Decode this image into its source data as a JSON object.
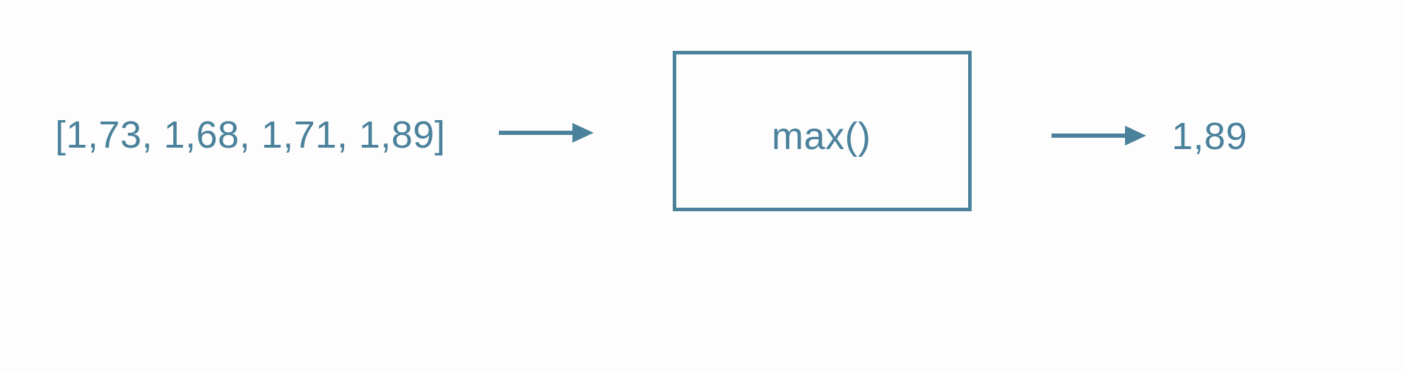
{
  "diagram": {
    "input": "[1,73, 1,68, 1,71, 1,89]",
    "function": "max()",
    "output": "1,89",
    "accent_color": "#4a819b",
    "arrow_icon": "right-arrow-icon"
  }
}
